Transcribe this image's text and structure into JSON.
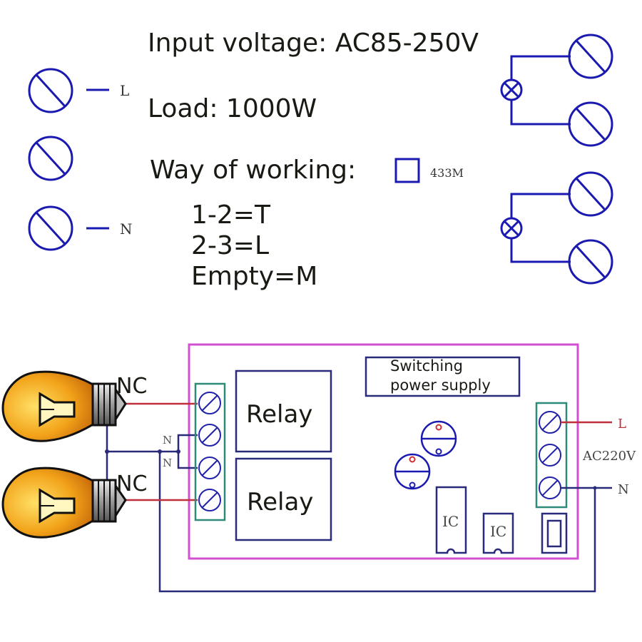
{
  "specs": {
    "input_voltage": "Input voltage: AC85-250V",
    "load": "Load: 1000W",
    "way_of_working": "Way of working:",
    "modes": [
      "1-2=T",
      "2-3=L",
      "Empty=M"
    ]
  },
  "top_left_terminals": {
    "labels": [
      "L",
      "",
      "N"
    ]
  },
  "jumper": {
    "label": "433M"
  },
  "wiring": {
    "bulb_labels": [
      "NC",
      "NC"
    ],
    "neutral_labels": [
      "N",
      "N"
    ],
    "relays": [
      "Relay",
      "Relay"
    ],
    "power_supply": [
      "Switching",
      "power supply"
    ],
    "ic_labels": [
      "IC",
      "IC"
    ],
    "ac_input": {
      "line": "L",
      "voltage": "AC220V",
      "neutral": "N"
    }
  },
  "colors": {
    "wire_blue": "#1a1ab0",
    "wire_navy": "#2a2a7a",
    "wire_red": "#c0303c",
    "board_magenta": "#d24fd2",
    "terminal_teal": "#2e8b7a",
    "bulb_orange": "#f2a31a"
  }
}
